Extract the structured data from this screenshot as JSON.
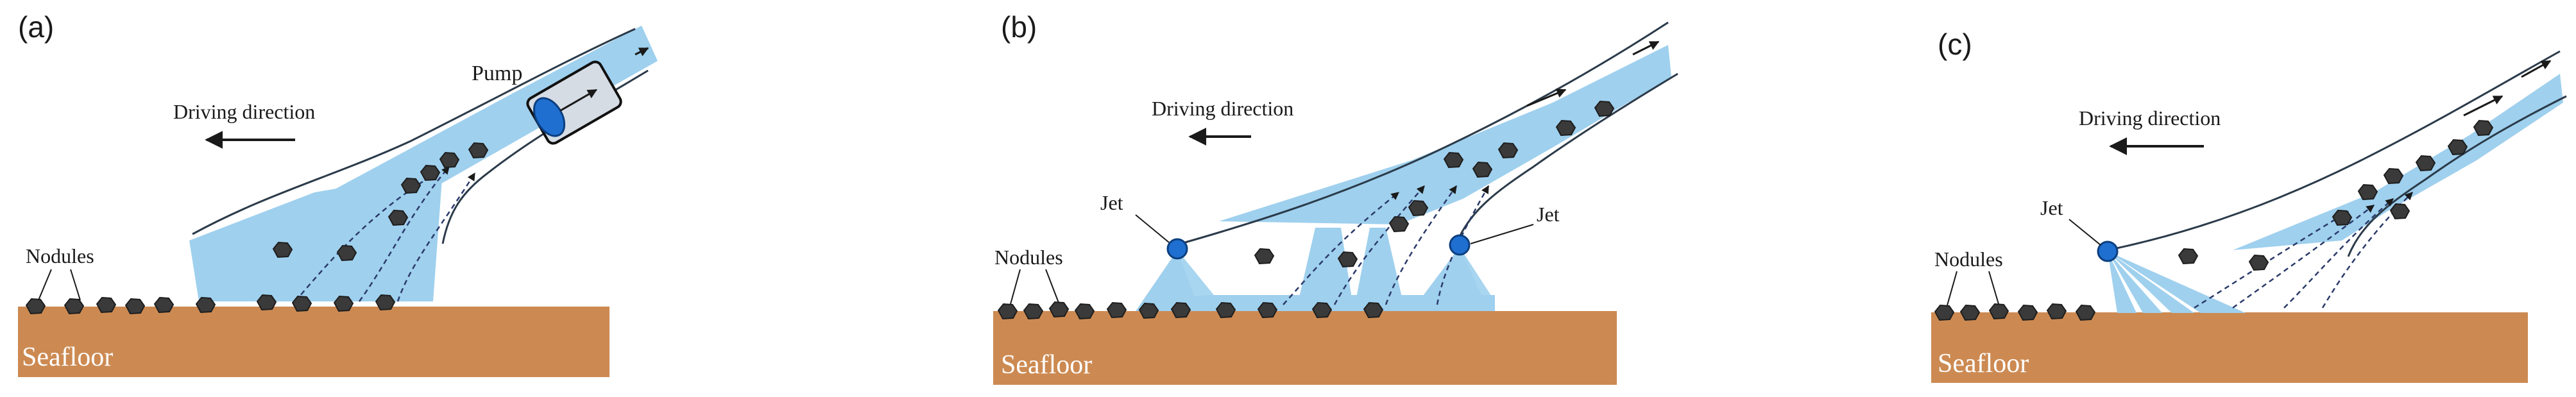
{
  "colors": {
    "water": "#9fd0ee",
    "seafloor": "#cc8a52",
    "nodule": "#3a3a3a",
    "jet": "#1f6fd0",
    "pump": "#1f6fd0"
  },
  "panels": [
    {
      "id": "a",
      "panel_label": "(a)",
      "driving_label": "Driving direction",
      "nodules_label": "Nodules",
      "seafloor_label": "Seafloor",
      "pump_label": "Pump"
    },
    {
      "id": "b",
      "panel_label": "(b)",
      "driving_label": "Driving direction",
      "nodules_label": "Nodules",
      "seafloor_label": "Seafloor",
      "jet_left_label": "Jet",
      "jet_right_label": "Jet"
    },
    {
      "id": "c",
      "panel_label": "(c)",
      "driving_label": "Driving direction",
      "nodules_label": "Nodules",
      "seafloor_label": "Seafloor",
      "jet_label": "Jet"
    }
  ]
}
